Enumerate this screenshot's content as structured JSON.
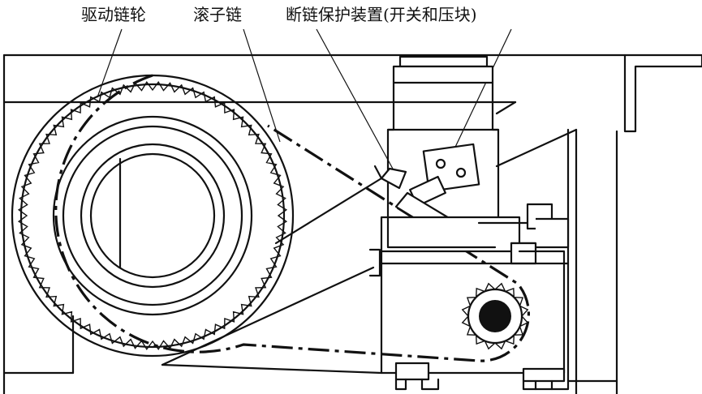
{
  "labels": {
    "drive_sprocket": "驱动链轮",
    "roller_chain": "滚子链",
    "break_protection": "断链保护装置(开关和压块)"
  },
  "colors": {
    "line": "#111111",
    "background": "#ffffff"
  }
}
